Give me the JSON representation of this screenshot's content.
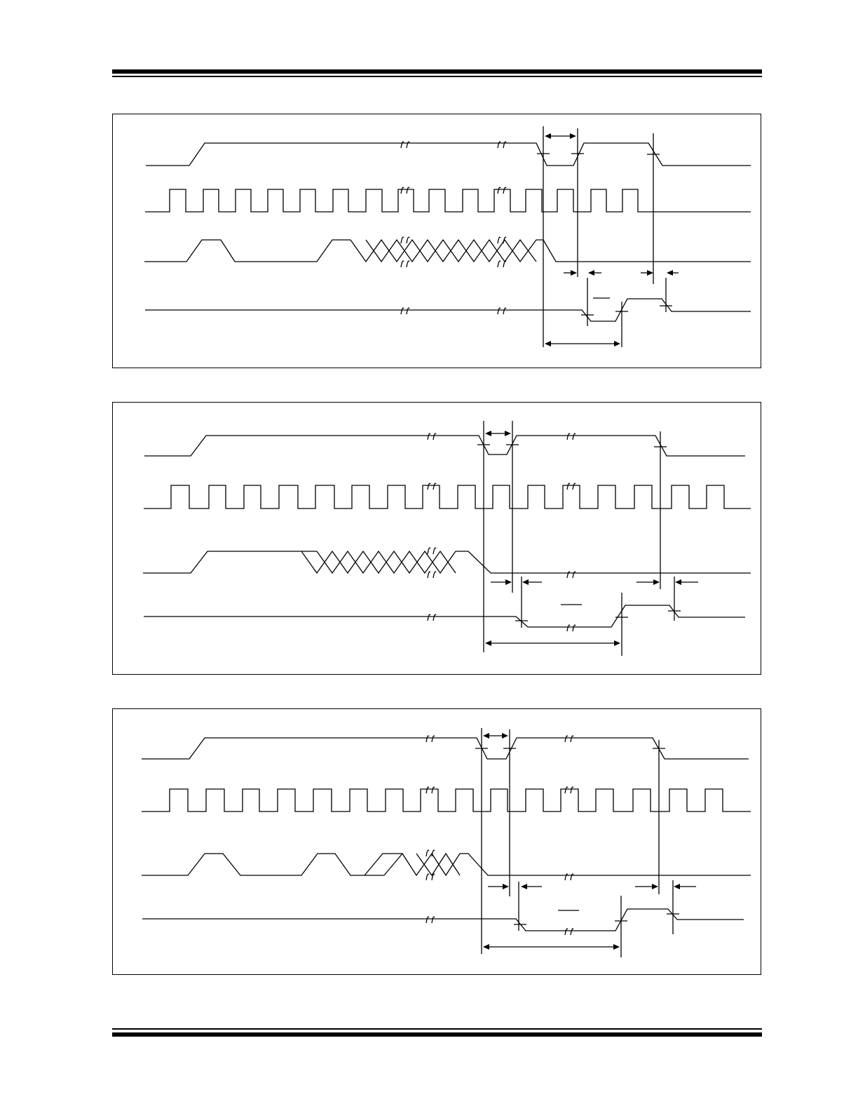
{
  "document": {
    "figures": [
      {
        "id": "timing-diagram-1",
        "signals": 4
      },
      {
        "id": "timing-diagram-2",
        "signals": 4
      },
      {
        "id": "timing-diagram-3",
        "signals": 4
      }
    ]
  },
  "icons": {
    "break": "break-mark-icon",
    "arrow": "arrowhead-icon"
  }
}
